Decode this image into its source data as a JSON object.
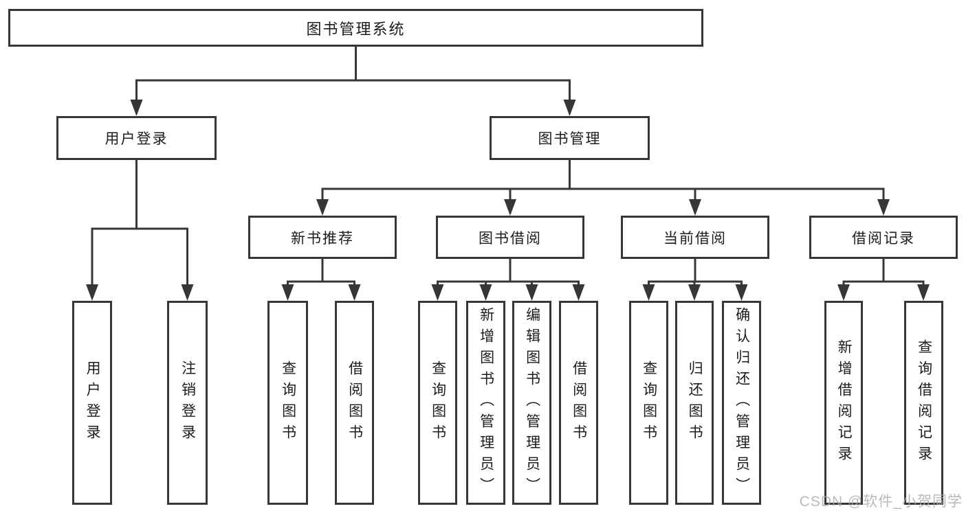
{
  "diagram_title": "图书管理系统",
  "nodes": {
    "root": "图书管理系统",
    "user_login": "用户登录",
    "book_mgmt": "图书管理",
    "new_book_rec": "新书推荐",
    "book_borrow": "图书借阅",
    "current_borrow": "当前借阅",
    "borrow_record": "借阅记录",
    "leaf_user_login": "用户登录",
    "leaf_logout": "注销登录",
    "leaf_nbr_query": "查询图书",
    "leaf_nbr_borrow": "借阅图书",
    "leaf_bb_query": "查询图书",
    "leaf_bb_add": "新增图书（管理员）",
    "leaf_bb_edit": "编辑图书（管理员）",
    "leaf_bb_borrow": "借阅图书",
    "leaf_cb_query": "查询图书",
    "leaf_cb_return": "归还图书",
    "leaf_cb_confirm": "确认归还（管理员）",
    "leaf_br_add": "新增借阅记录",
    "leaf_br_query": "查询借阅记录"
  },
  "watermark": "CSDN @软件_小贺同学",
  "colors": {
    "line": "#363636",
    "box_border": "#363636",
    "text": "#1c1c1c",
    "watermark": "#a4a8ac",
    "background": "#ffffff"
  }
}
